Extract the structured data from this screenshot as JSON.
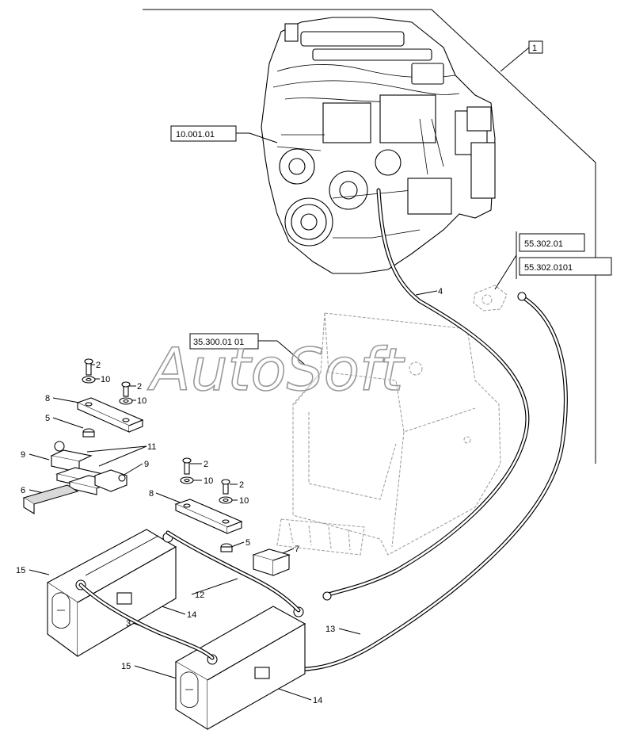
{
  "watermark": "AutoSoft",
  "references": {
    "main_group": "1",
    "engine": "10.001.01",
    "fuel_tank": "35.300.01 01",
    "starter_a": "55.302.01",
    "starter_b": "55.302.0101"
  },
  "callouts": {
    "c2a": "2",
    "c10a": "10",
    "c2b": "2",
    "c10b": "10",
    "c8a": "8",
    "c5a": "5",
    "c11": "11",
    "c9a": "9",
    "c9b": "9",
    "c6": "6",
    "c2c": "2",
    "c10c": "10",
    "c2d": "2",
    "c10d": "10",
    "c8b": "8",
    "c5b": "5",
    "c7": "7",
    "c4": "4",
    "c15a": "15",
    "c12": "12",
    "c14a": "14",
    "c3": "3",
    "c13": "13",
    "c15b": "15",
    "c14b": "14"
  }
}
